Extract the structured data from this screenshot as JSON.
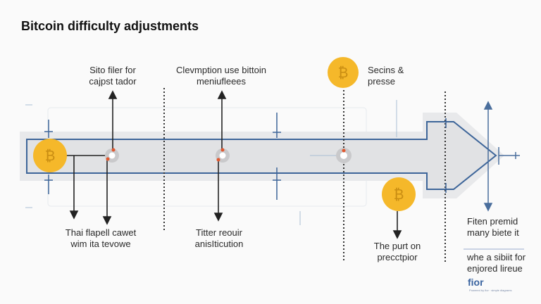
{
  "title": "Bitcoin difficulty adjustments",
  "labels": {
    "top_left": [
      "Sito filer for",
      "cajpst tador"
    ],
    "top_middle": [
      "Clevmption use bittoin",
      "meniufleees"
    ],
    "top_right": [
      "Secins &",
      "presse"
    ],
    "bottom_left": [
      "Thai flapell cawet",
      "wim ita tevowe"
    ],
    "bottom_middle": [
      "Titter reouir",
      "anisIticution"
    ],
    "bottom_right": [
      "The purt on",
      "precctpior"
    ],
    "side_upper": [
      "Fiten premid",
      "many biete it"
    ],
    "side_lower": [
      "whe a sibiit for",
      "enjored lireue"
    ]
  },
  "footer": {
    "logo": "fior",
    "caption": "Powered by fior · simple diagrams"
  },
  "colors": {
    "coin": "#f5b82a",
    "line": "#3d6599",
    "band": "#e4e5e7",
    "node_dot": "#e0582f"
  }
}
